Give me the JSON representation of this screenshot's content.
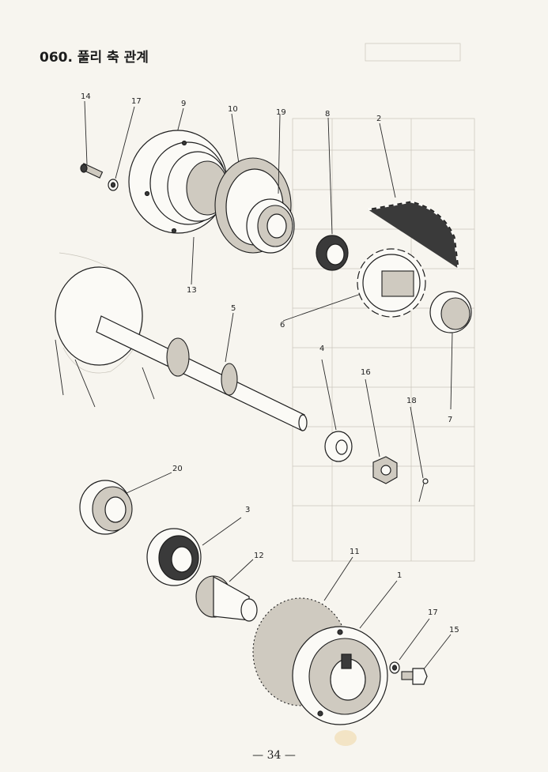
{
  "page": {
    "title": "060. 풀리 축 관계",
    "page_number": "— 34 —"
  },
  "callouts": {
    "c14": "14",
    "c17a": "17",
    "c9": "9",
    "c10": "10",
    "c19": "19",
    "c8": "8",
    "c2": "2",
    "c13": "13",
    "c5": "5",
    "c6": "6",
    "c4": "4",
    "c16": "16",
    "c18": "18",
    "c7": "7",
    "c20": "20",
    "c3": "3",
    "c12": "12",
    "c11": "11",
    "c1": "1",
    "c17b": "17",
    "c15": "15"
  }
}
